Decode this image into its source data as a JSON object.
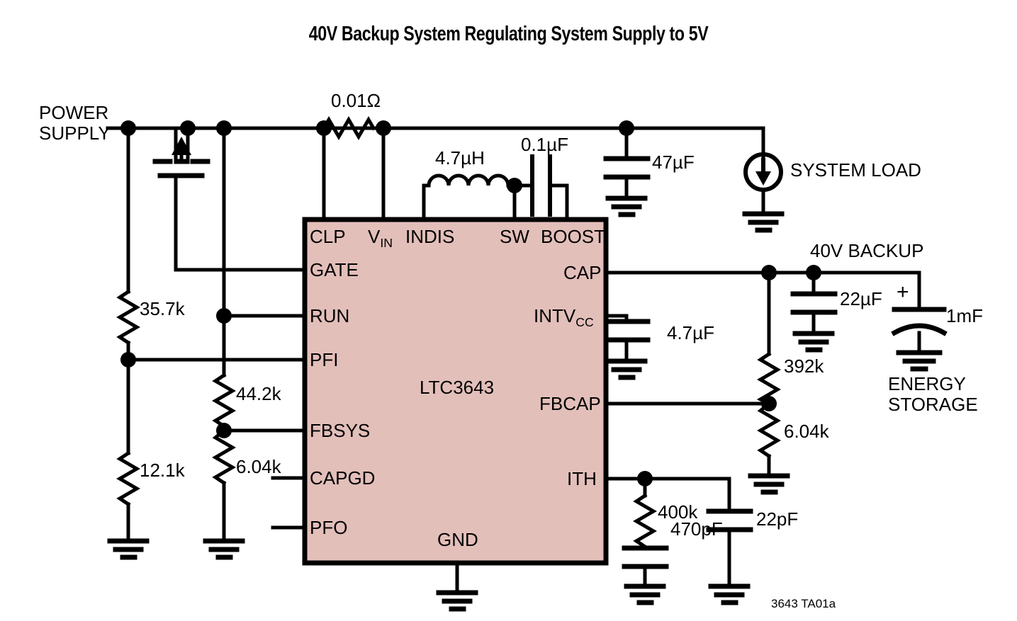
{
  "title": "40V Backup System Regulating System Supply to 5V",
  "footer_id": "3643 TA01a",
  "colors": {
    "ic_fill": "#E3BFBA",
    "ink": "#000000",
    "background": "#FFFFFF"
  },
  "ic": {
    "part_number": "LTC3643",
    "pins": {
      "top": [
        "CLP",
        "V",
        "IN",
        "INDIS",
        "SW",
        "BOOST"
      ],
      "left": [
        "GATE",
        "RUN",
        "PFI",
        "FBSYS",
        "CAPGD",
        "PFO"
      ],
      "right": [
        "CAP",
        "INTV",
        "CC",
        "FBCAP",
        "ITH"
      ],
      "bottom": [
        "GND"
      ]
    },
    "labels": {
      "clp": "CLP",
      "vin_main": "V",
      "vin_sub": "IN",
      "indis": "INDIS",
      "sw": "SW",
      "boost": "BOOST",
      "gate": "GATE",
      "run": "RUN",
      "pfi": "PFI",
      "fbsys": "FBSYS",
      "capgd": "CAPGD",
      "pfo": "PFO",
      "gnd": "GND",
      "cap": "CAP",
      "intv_main": "INTV",
      "intv_sub": "CC",
      "fbcap": "FBCAP",
      "ith": "ITH",
      "part": "LTC3643"
    }
  },
  "nets": {
    "power_supply_line1": "POWER",
    "power_supply_line2": "SUPPLY",
    "backup_rail": "40V BACKUP",
    "system_load": "SYSTEM LOAD",
    "energy_storage_line1": "ENERGY",
    "energy_storage_line2": "STORAGE",
    "polarity_plus": "+"
  },
  "components": {
    "rsense": "0.01Ω",
    "inductor": "4.7µH",
    "boost_cap": "0.1µF",
    "sys_cap": "47µF",
    "intvcc_cap": "4.7µF",
    "backup_cap": "22µF",
    "storage_cap": "1mF",
    "r_pfi_top": "35.7k",
    "r_pfi_bot": "12.1k",
    "r_fbsys_top": "44.2k",
    "r_fbsys_bot": "6.04k",
    "r_fbcap_top": "392k",
    "r_fbcap_bot": "6.04k",
    "r_ith": "400k",
    "c_ith_series": "470pF",
    "c_ith_shunt": "22pF"
  },
  "icons": {
    "mosfet": "mosfet-symbol",
    "resistor": "resistor-zigzag",
    "capacitor": "capacitor-plates",
    "polarized_capacitor": "polarized-capacitor",
    "inductor": "inductor-coil",
    "ground": "ground-symbol",
    "current_source": "current-source-arrow",
    "junction": "junction-dot"
  }
}
